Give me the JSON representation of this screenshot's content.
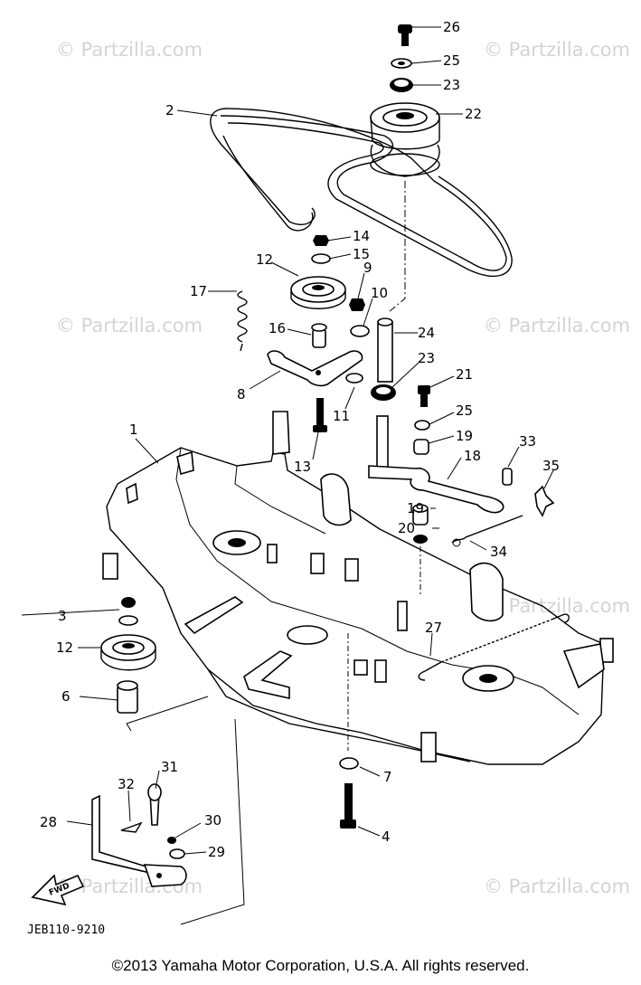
{
  "watermark": "© Partzilla.com",
  "diagram_code": "JEB110-9210",
  "fwd_label": "FWD",
  "copyright": "©2013 Yamaha Motor Corporation, U.S.A. All rights reserved.",
  "part_labels": [
    "26",
    "25",
    "23",
    "22",
    "2",
    "14",
    "15",
    "12",
    "9",
    "10",
    "17",
    "16",
    "24",
    "23",
    "21",
    "8",
    "11",
    "25",
    "19",
    "1",
    "13",
    "33",
    "18",
    "35",
    "19",
    "20",
    "34",
    "3",
    "12",
    "27",
    "6",
    "7",
    "31",
    "32",
    "30",
    "28",
    "29",
    "4"
  ]
}
